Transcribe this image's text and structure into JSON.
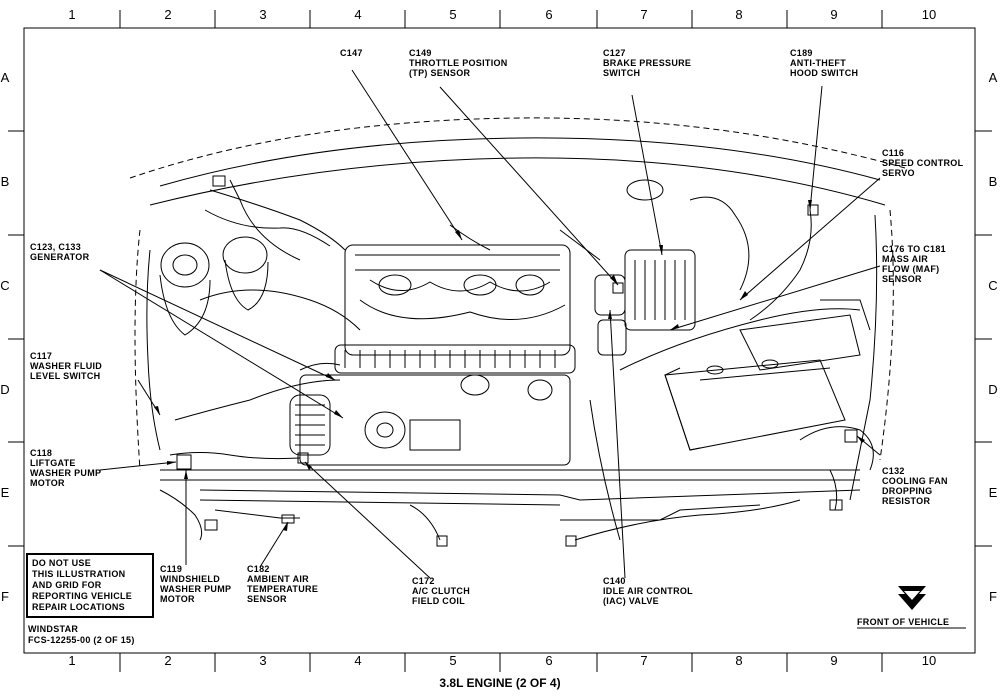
{
  "columns": [
    "1",
    "2",
    "3",
    "4",
    "5",
    "6",
    "7",
    "8",
    "9",
    "10"
  ],
  "rows": [
    "A",
    "B",
    "C",
    "D",
    "E",
    "F"
  ],
  "callouts": {
    "c147": [
      "C147"
    ],
    "c149": [
      "C149",
      "THROTTLE POSITION",
      "(TP) SENSOR"
    ],
    "c127": [
      "C127",
      "BRAKE PRESSURE",
      "SWITCH"
    ],
    "c189": [
      "C189",
      "ANTI-THEFT",
      "HOOD SWITCH"
    ],
    "c116": [
      "C116",
      "SPEED CONTROL",
      "SERVO"
    ],
    "c123": [
      "C123, C133",
      "GENERATOR"
    ],
    "c176": [
      "C176 TO C181",
      "MASS AIR",
      "FLOW (MAF)",
      "SENSOR"
    ],
    "c117": [
      "C117",
      "WASHER FLUID",
      "LEVEL SWITCH"
    ],
    "c118": [
      "C118",
      "LIFTGATE",
      "WASHER PUMP",
      "MOTOR"
    ],
    "c132": [
      "C132",
      "COOLING FAN",
      "DROPPING",
      "RESISTOR"
    ],
    "c119": [
      "C119",
      "WINDSHIELD",
      "WASHER PUMP",
      "MOTOR"
    ],
    "c182": [
      "C182",
      "AMBIENT AIR",
      "TEMPERATURE",
      "SENSOR"
    ],
    "c172": [
      "C172",
      "A/C CLUTCH",
      "FIELD COIL"
    ],
    "c140": [
      "C140",
      "IDLE AIR CONTROL",
      "(IAC) VALVE"
    ]
  },
  "notice": [
    "DO NOT USE",
    "THIS ILLUSTRATION",
    "AND GRID FOR",
    "REPORTING VEHICLE",
    "REPAIR LOCATIONS"
  ],
  "vehicle": "WINDSTAR",
  "figure_code": "FCS-12255-00 (2 OF 15)",
  "front_label": "FRONT OF VEHICLE",
  "title": "3.8L ENGINE (2 OF 4)"
}
